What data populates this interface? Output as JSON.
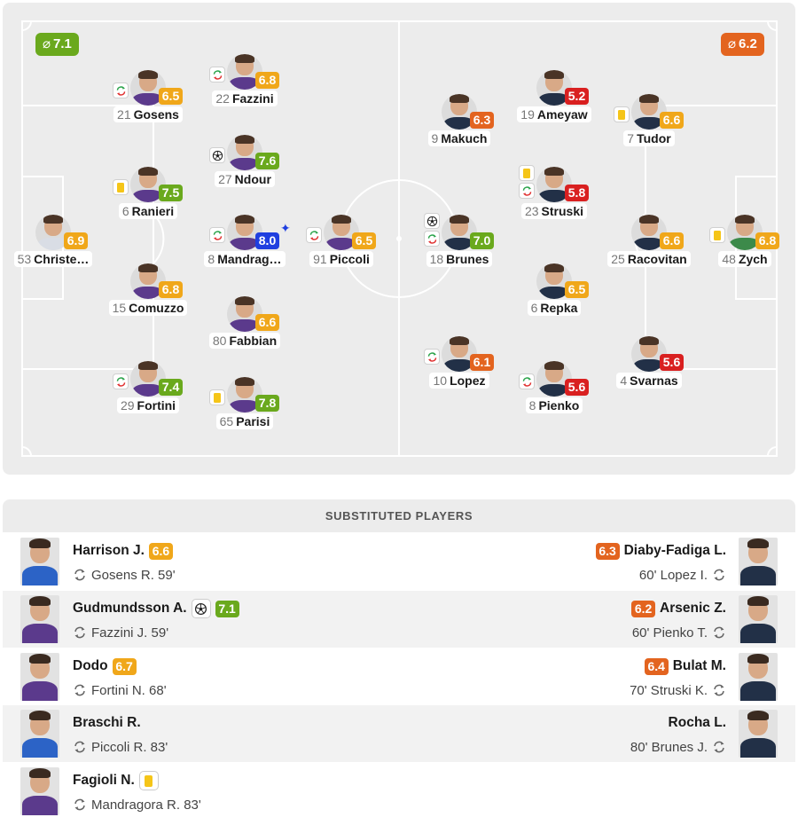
{
  "colors": {
    "rating_green": "#6aa91d",
    "rating_yellow": "#f0a71a",
    "rating_orange": "#e3641f",
    "rating_red": "#d92020",
    "rating_blue": "#1f3fe0",
    "pitch": "#ececec",
    "pitch_lines": "#ffffff"
  },
  "home_team": {
    "average_rating": "7.1",
    "average_color": "#6aa91d",
    "players": [
      {
        "number": "53",
        "name": "Christe…",
        "rating": "6.9",
        "rating_color": "#f0a71a",
        "shirt": "#d9dde5",
        "events": []
      },
      {
        "number": "21",
        "name": "Gosens",
        "rating": "6.5",
        "rating_color": "#f0a71a",
        "shirt": "#5b3a8c",
        "events": [
          "substitution-icon"
        ]
      },
      {
        "number": "6",
        "name": "Ranieri",
        "rating": "7.5",
        "rating_color": "#6aa91d",
        "shirt": "#5b3a8c",
        "events": [
          "yellow-card-icon"
        ]
      },
      {
        "number": "15",
        "name": "Comuzzo",
        "rating": "6.8",
        "rating_color": "#f0a71a",
        "shirt": "#5b3a8c",
        "events": []
      },
      {
        "number": "29",
        "name": "Fortini",
        "rating": "7.4",
        "rating_color": "#6aa91d",
        "shirt": "#5b3a8c",
        "events": [
          "substitution-icon"
        ]
      },
      {
        "number": "22",
        "name": "Fazzini",
        "rating": "6.8",
        "rating_color": "#f0a71a",
        "shirt": "#5b3a8c",
        "events": [
          "substitution-icon"
        ]
      },
      {
        "number": "27",
        "name": "Ndour",
        "rating": "7.6",
        "rating_color": "#6aa91d",
        "shirt": "#5b3a8c",
        "events": [
          "ball-icon"
        ]
      },
      {
        "number": "8",
        "name": "Mandrag…",
        "rating": "8.0",
        "rating_color": "#1f3fe0",
        "shirt": "#5b3a8c",
        "events": [
          "substitution-icon"
        ],
        "star": "✦"
      },
      {
        "number": "80",
        "name": "Fabbian",
        "rating": "6.6",
        "rating_color": "#f0a71a",
        "shirt": "#5b3a8c",
        "events": []
      },
      {
        "number": "65",
        "name": "Parisi",
        "rating": "7.8",
        "rating_color": "#6aa91d",
        "shirt": "#5b3a8c",
        "events": [
          "yellow-card-icon"
        ]
      },
      {
        "number": "91",
        "name": "Piccoli",
        "rating": "6.5",
        "rating_color": "#f0a71a",
        "shirt": "#5b3a8c",
        "events": [
          "substitution-icon"
        ]
      }
    ]
  },
  "away_team": {
    "average_rating": "6.2",
    "average_color": "#e3641f",
    "players": [
      {
        "number": "48",
        "name": "Zych",
        "rating": "6.8",
        "rating_color": "#f0a71a",
        "shirt": "#3c8a4a",
        "events": [
          "yellow-card-icon"
        ]
      },
      {
        "number": "7",
        "name": "Tudor",
        "rating": "6.6",
        "rating_color": "#f0a71a",
        "shirt": "#223047",
        "events": [
          "yellow-card-icon"
        ]
      },
      {
        "number": "25",
        "name": "Racovitan",
        "rating": "6.6",
        "rating_color": "#f0a71a",
        "shirt": "#223047",
        "events": []
      },
      {
        "number": "4",
        "name": "Svarnas",
        "rating": "5.6",
        "rating_color": "#d92020",
        "shirt": "#223047",
        "events": []
      },
      {
        "number": "19",
        "name": "Ameyaw",
        "rating": "5.2",
        "rating_color": "#d92020",
        "shirt": "#223047",
        "events": []
      },
      {
        "number": "23",
        "name": "Struski",
        "rating": "5.8",
        "rating_color": "#d92020",
        "shirt": "#223047",
        "events": [
          "yellow-card-icon",
          "substitution-icon"
        ]
      },
      {
        "number": "6",
        "name": "Repka",
        "rating": "6.5",
        "rating_color": "#f0a71a",
        "shirt": "#223047",
        "events": []
      },
      {
        "number": "8",
        "name": "Pienko",
        "rating": "5.6",
        "rating_color": "#d92020",
        "shirt": "#223047",
        "events": [
          "substitution-icon"
        ]
      },
      {
        "number": "9",
        "name": "Makuch",
        "rating": "6.3",
        "rating_color": "#e3641f",
        "shirt": "#223047",
        "events": []
      },
      {
        "number": "18",
        "name": "Brunes",
        "rating": "7.0",
        "rating_color": "#6aa91d",
        "shirt": "#223047",
        "events": [
          "ball-icon",
          "substitution-icon"
        ]
      },
      {
        "number": "10",
        "name": "Lopez",
        "rating": "6.1",
        "rating_color": "#e3641f",
        "shirt": "#223047",
        "events": [
          "substitution-icon"
        ]
      }
    ]
  },
  "substitutes": {
    "header": "SUBSTITUTED PLAYERS",
    "rows": [
      {
        "home": {
          "name": "Harrison J.",
          "rating": "6.6",
          "rating_color": "#f0a71a",
          "replaced": "Gosens R. 59'",
          "events": [],
          "shirt": "#2c63c6"
        },
        "away": {
          "name": "Diaby-Fadiga L.",
          "rating": "6.3",
          "rating_color": "#e3641f",
          "replaced": "60' Lopez I.",
          "events": [],
          "shirt": "#223047"
        }
      },
      {
        "home": {
          "name": "Gudmundsson A.",
          "rating": "7.1",
          "rating_color": "#6aa91d",
          "replaced": "Fazzini J. 59'",
          "events": [
            "ball-icon"
          ],
          "shirt": "#5b3a8c"
        },
        "away": {
          "name": "Arsenic Z.",
          "rating": "6.2",
          "rating_color": "#e3641f",
          "replaced": "60' Pienko T.",
          "events": [],
          "shirt": "#223047"
        }
      },
      {
        "home": {
          "name": "Dodo",
          "rating": "6.7",
          "rating_color": "#f0a71a",
          "replaced": "Fortini N. 68'",
          "events": [],
          "shirt": "#5b3a8c"
        },
        "away": {
          "name": "Bulat M.",
          "rating": "6.4",
          "rating_color": "#e3641f",
          "replaced": "70' Struski K.",
          "events": [],
          "shirt": "#223047"
        }
      },
      {
        "home": {
          "name": "Braschi R.",
          "rating": "",
          "rating_color": "",
          "replaced": "Piccoli R. 83'",
          "events": [],
          "shirt": "#2c63c6"
        },
        "away": {
          "name": "Rocha L.",
          "rating": "",
          "rating_color": "",
          "replaced": "80' Brunes J.",
          "events": [],
          "shirt": "#223047"
        }
      },
      {
        "home": {
          "name": "Fagioli N.",
          "rating": "",
          "rating_color": "",
          "replaced": "Mandragora R. 83'",
          "events": [
            "yellow-card-icon"
          ],
          "shirt": "#5b3a8c"
        }
      }
    ]
  }
}
